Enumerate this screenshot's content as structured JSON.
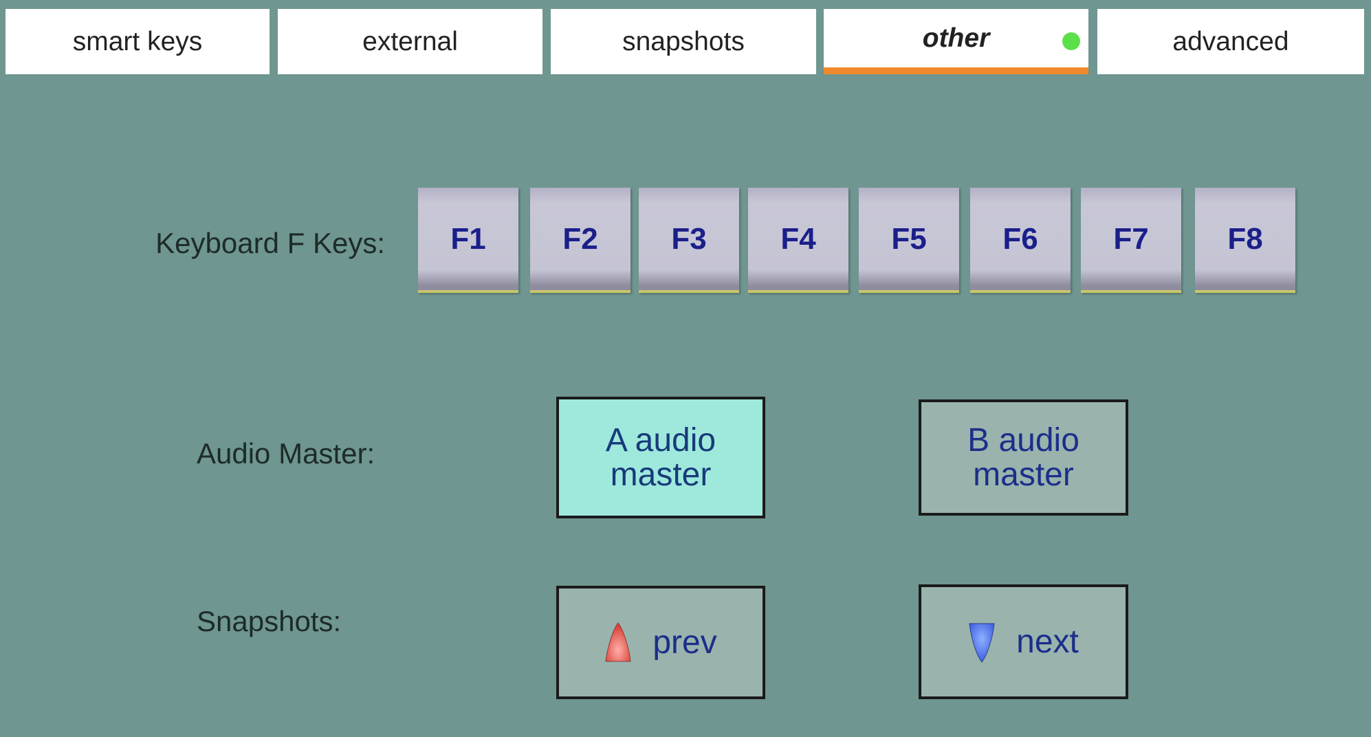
{
  "tabs": [
    {
      "label": "smart keys"
    },
    {
      "label": "external"
    },
    {
      "label": "snapshots"
    },
    {
      "label": "other",
      "active": true,
      "indicator_color": "#5be04a"
    },
    {
      "label": "advanced"
    }
  ],
  "fkeys": {
    "label": "Keyboard F Keys:",
    "keys": [
      "F1",
      "F2",
      "F3",
      "F4",
      "F5",
      "F6",
      "F7",
      "F8"
    ]
  },
  "audio": {
    "label": "Audio Master:",
    "a_line1": "A audio",
    "a_line2": "master",
    "b_line1": "B audio",
    "b_line2": "master",
    "selected": "A"
  },
  "snapshots": {
    "label": "Snapshots:",
    "prev": "prev",
    "next": "next",
    "prev_icon": "red-up-arrow-icon",
    "next_icon": "blue-down-arrow-icon"
  }
}
